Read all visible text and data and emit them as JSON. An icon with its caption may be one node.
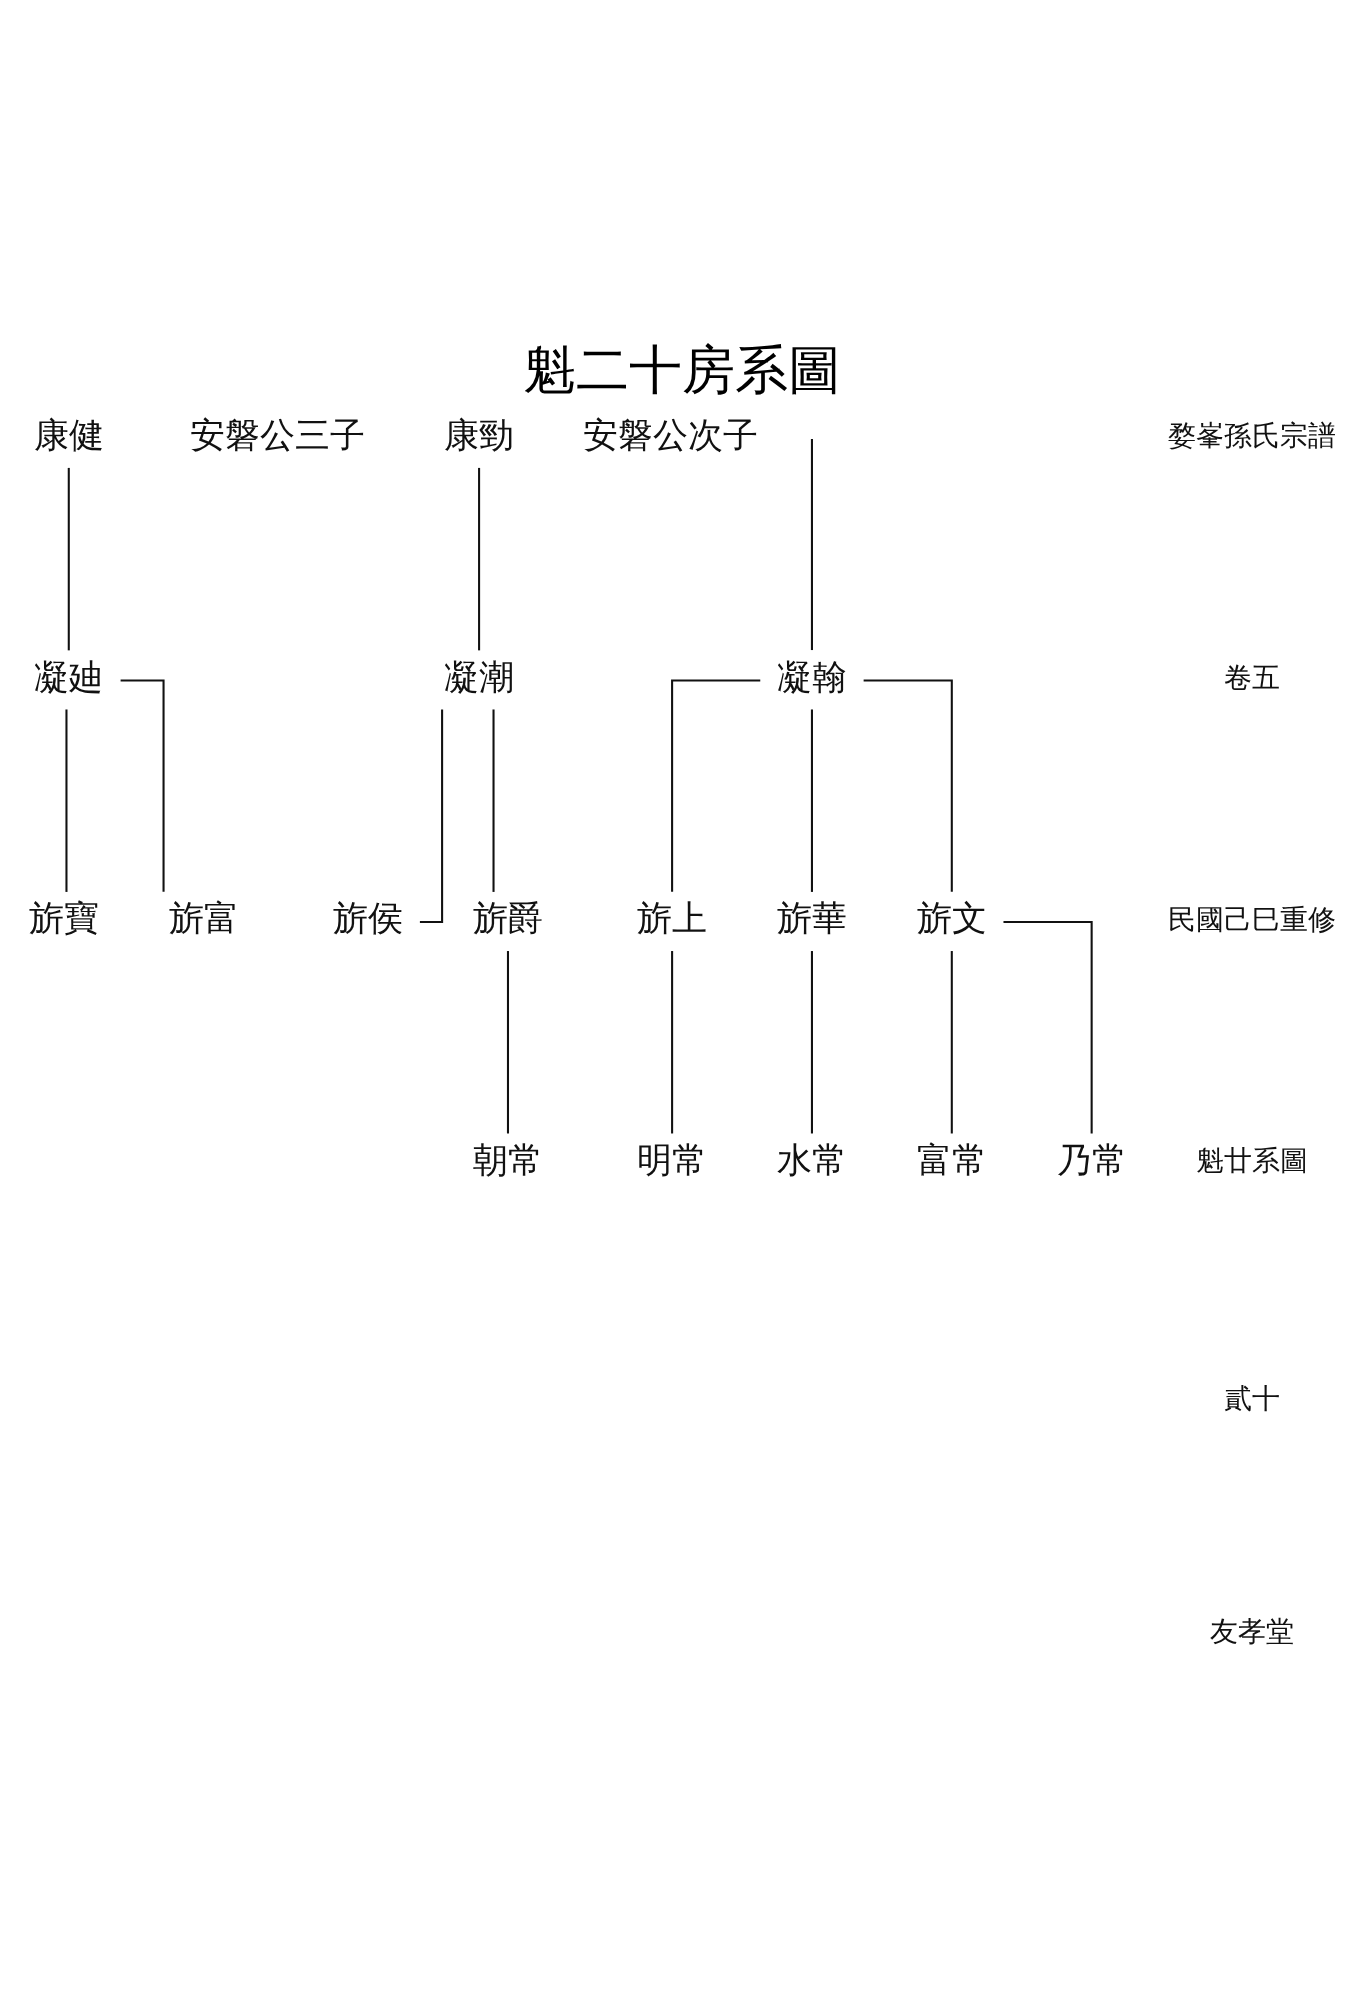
{
  "diagram": {
    "title": "魁二十房系圖",
    "nodes": [
      {
        "text": [
          "凝翰"
        ]
      },
      {
        "text": [
          "康勁"
        ],
        "beside": [
          "安磐公次子"
        ]
      },
      {
        "text": [
          "凝潮"
        ]
      },
      {
        "text": [
          "康健"
        ],
        "beside": [
          "安磐公三子"
        ]
      },
      {
        "text": [
          "凝廸"
        ]
      },
      {
        "text": [
          "旂文"
        ]
      },
      {
        "text": [
          "旂華"
        ]
      },
      {
        "text": [
          "旂上"
        ]
      },
      {
        "text": [
          "旂爵"
        ]
      },
      {
        "text": [
          "旂侯"
        ]
      },
      {
        "text": [
          "旂富"
        ]
      },
      {
        "text": [
          "旂寶"
        ]
      },
      {
        "text": [
          "乃常"
        ]
      },
      {
        "text": [
          "富常"
        ]
      },
      {
        "text": [
          "水常"
        ]
      },
      {
        "text": [
          "明常"
        ]
      },
      {
        "text": [
          "朝常"
        ]
      }
    ],
    "edges": [
      {
        "from": null,
        "to": 0,
        "arrow": "none"
      },
      {
        "from": 1,
        "to": 2,
        "arrow": "none"
      },
      {
        "from": 3,
        "to": 4,
        "arrow": "none"
      },
      {
        "from": 0,
        "to": 5,
        "arrow": "none"
      },
      {
        "from": 0,
        "to": 6,
        "arrow": "none"
      },
      {
        "from": 0,
        "to": 7,
        "arrow": "none"
      },
      {
        "from": 2,
        "to": 8,
        "arrow": "none"
      },
      {
        "from": 2,
        "to": 9,
        "arrow": "none"
      },
      {
        "from": 4,
        "to": 10,
        "arrow": "none"
      },
      {
        "from": 4,
        "to": 11,
        "arrow": "none"
      },
      {
        "from": 5,
        "to": 12,
        "arrow": "none"
      },
      {
        "from": 5,
        "to": 13,
        "arrow": "none"
      },
      {
        "from": 6,
        "to": 14,
        "arrow": "none"
      },
      {
        "from": 7,
        "to": 15,
        "arrow": "none"
      },
      {
        "from": 8,
        "to": 16,
        "arrow": "none"
      }
    ],
    "labels": [
      "婺峯孫氏宗譜",
      "卷五",
      "民國己巳重修",
      "魁廿系圖",
      "貳十",
      "友孝堂"
    ]
  }
}
